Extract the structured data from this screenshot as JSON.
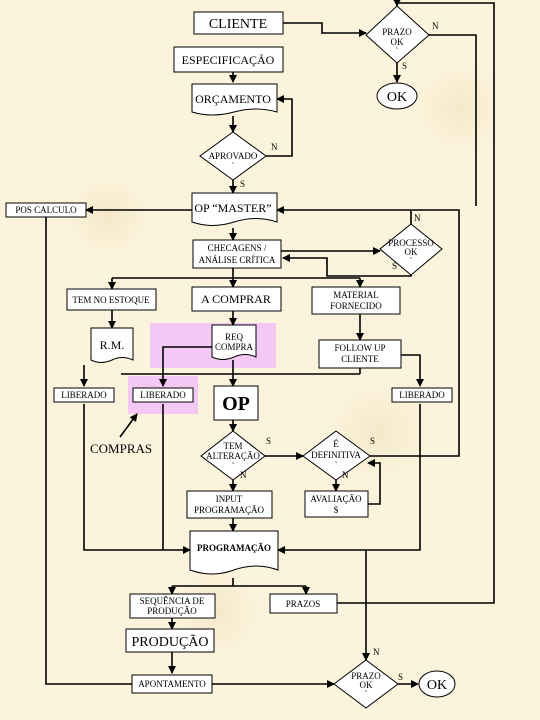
{
  "nodes": {
    "cliente": "CLIENTE",
    "especificacao": "ESPECIFICAÇÃO",
    "orcamento": "ORÇAMENTO",
    "aprovado": "APROVADO",
    "pos_calculo": "POS CALCULO",
    "op_master": "OP “MASTER”",
    "checagens_1": "CHECAGENS /",
    "checagens_2": "ANÁLISE CRÍTICA",
    "processo_ok_1": "PROCESSO",
    "processo_ok_2": "OK",
    "tem_estoque": "TEM NO ESTOQUE",
    "a_comprar": "A COMPRAR",
    "material_fornecido_1": "MATERIAL",
    "material_fornecido_2": "FORNECIDO",
    "rm": "R.M.",
    "req_compra_1": "REQ",
    "req_compra_2": "COMPRA",
    "follow_up_1": "FOLLOW UP",
    "follow_up_2": "CLIENTE",
    "liberado_1": "LIBERADO",
    "liberado_2": "LIBERADO",
    "liberado_3": "LIBERADO",
    "op": "OP",
    "compras": "COMPRAS",
    "tem_alteracao_1": "TEM",
    "tem_alteracao_2": "ALTERAÇÃO",
    "e_definitiva_1": "É",
    "e_definitiva_2": "DEFINITIVA",
    "input_programacao_1": "INPUT",
    "input_programacao_2": "PROGRAMAÇÃO",
    "avaliacao_1": "AVALIAÇÃO",
    "avaliacao_2": "$",
    "programacao": "PROGRAMAÇÃO",
    "sequencia_1": "SEQUÊNCIA DE",
    "sequencia_2": "PRODUÇÃO",
    "prazos": "PRAZOS",
    "producao": "PRODUÇÃO",
    "apontamento": "APONTAMENTO",
    "prazo_ok_top_1": "PRAZO",
    "prazo_ok_top_2": "OK",
    "prazo_ok_bottom_1": "PRAZO",
    "prazo_ok_bottom_2": "OK",
    "ok_top": "OK",
    "ok_bottom": "OK",
    "tick_mark": "`"
  },
  "branch_labels": {
    "yes": "S",
    "no": "N"
  },
  "colors": {
    "background": "#fbf3dc",
    "highlight": "#f4c8f4",
    "compras_text": "#cc0000"
  }
}
